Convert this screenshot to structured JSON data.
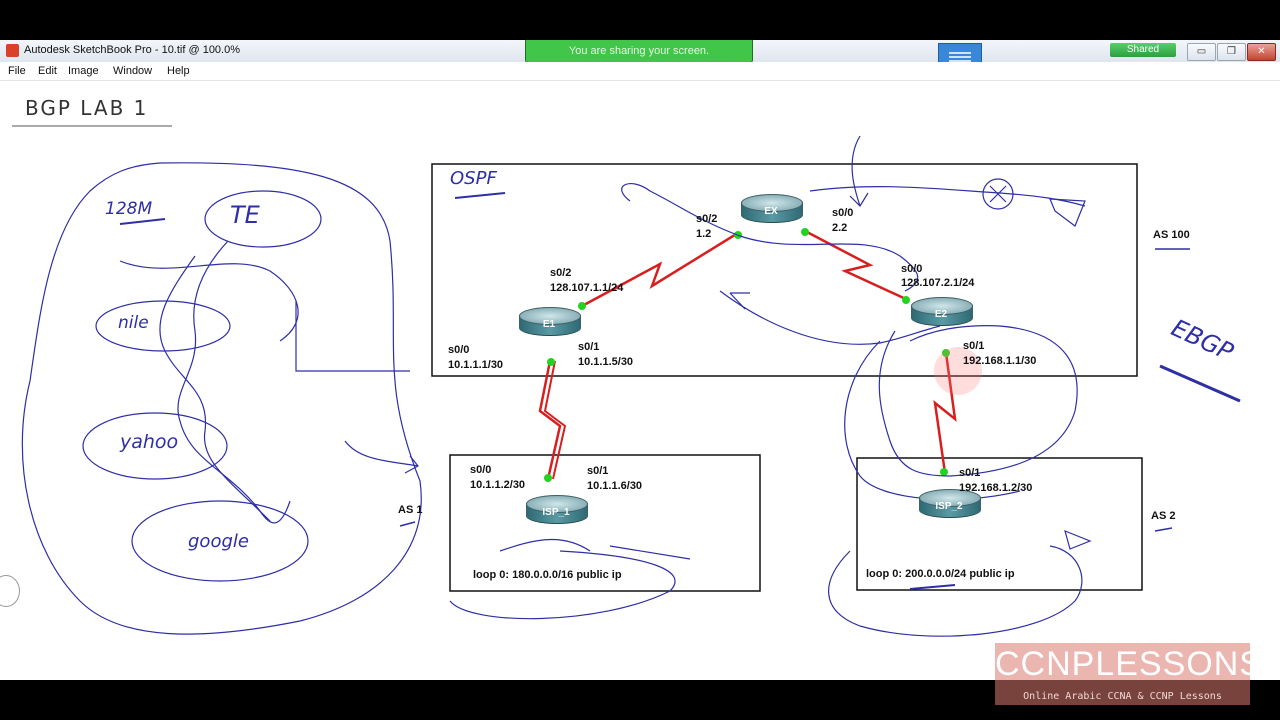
{
  "window": {
    "title": "Autodesk SketchBook Pro - 10.tif @ 100.0%",
    "shared_label": "Shared",
    "minimize": "▭",
    "maximize": "❐",
    "close": "✕"
  },
  "screen_share": {
    "banner_text": "You are sharing your screen."
  },
  "menu": {
    "items": [
      "File",
      "Edit",
      "Image",
      "Window",
      "Help"
    ]
  },
  "sketch": {
    "lab_title": "BGP LAB 1",
    "left_notes": [
      "128M",
      "TE",
      "nile",
      "yahoo",
      "google"
    ],
    "ospf_note": "OSPF",
    "ebgp_note": "EBGP"
  },
  "diagram": {
    "as_labels": {
      "as100": "AS 100",
      "as1": "AS 1",
      "as2": "AS 2"
    },
    "routers": {
      "ex": "EX",
      "e1": "E1",
      "e2": "E2",
      "isp1": "ISP_1",
      "isp2": "ISP_2"
    },
    "labels": {
      "ex_s02": "s0/2",
      "ex_s02_ip": "1.2",
      "ex_s00": "s0/0",
      "ex_s00_ip": "2.2",
      "e1_s02": "s0/2",
      "e1_s02_ip": "128.107.1.1/24",
      "e2_s00": "s0/0",
      "e2_s00_ip": "128.107.2.1/24",
      "e1_s00": "s0/0",
      "e1_s00_ip": "10.1.1.1/30",
      "e1_s01": "s0/1",
      "e1_s01_ip": "10.1.1.5/30",
      "e2_s01": "s0/1",
      "e2_s01_ip": "192.168.1.1/30",
      "isp1_s00": "s0/0",
      "isp1_s00_ip": "10.1.1.2/30",
      "isp1_s01": "s0/1",
      "isp1_s01_ip": "10.1.1.6/30",
      "isp2_s01": "s0/1",
      "isp2_s01_ip": "192.168.1.2/30",
      "isp1_loop": "loop 0: 180.0.0.0/16 public ip",
      "isp2_loop": "loop 0: 200.0.0.0/24 public ip"
    },
    "colors": {
      "serial_link": "#d81e1e",
      "ink": "#2e2ea6",
      "interface_dot": "#22d322"
    }
  },
  "watermark": {
    "title": "CCNPLESSONS",
    "subtitle": "Online Arabic CCNA & CCNP Lessons"
  }
}
